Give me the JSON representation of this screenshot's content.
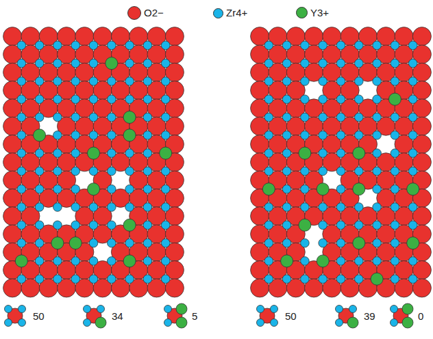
{
  "diagram": {
    "labels": [
      "50",
      "34",
      "5",
      "50",
      "39",
      "0"
    ],
    "legend": [
      {
        "text": "O2−",
        "color": "#e8322e"
      },
      {
        "text": "Zr4+",
        "color": "#1ab4e8"
      },
      {
        "text": "Y3+",
        "color": "#3cb043"
      }
    ]
  }
}
